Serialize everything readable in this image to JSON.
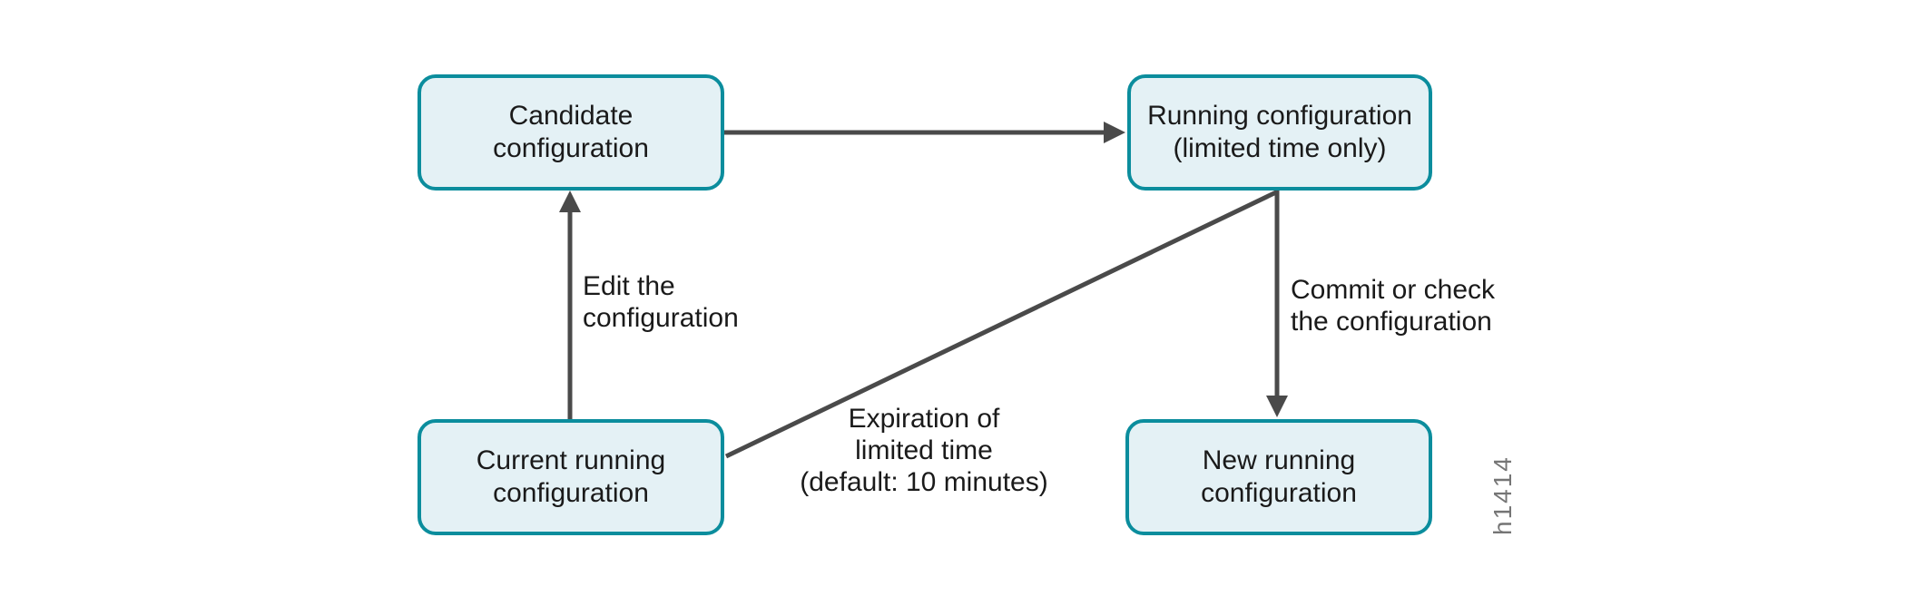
{
  "theme": {
    "node_border_color": "#0b8d9d",
    "node_fill_color": "#e4f1f5",
    "connector_color": "#4a4a4a",
    "text_color": "#1a1a1a",
    "figure_id_color": "#757575",
    "background_color": "#ffffff"
  },
  "diagram": {
    "type": "flow-diagram",
    "nodes": {
      "candidate": {
        "label": "Candidate\nconfiguration"
      },
      "running_limited": {
        "label": "Running configuration\n(limited time only)"
      },
      "current_running": {
        "label": "Current running\nconfiguration"
      },
      "new_running": {
        "label": "New running\nconfiguration"
      }
    },
    "edges": {
      "candidate_to_running": {
        "label": "",
        "from": "candidate",
        "to": "running_limited",
        "arrowhead": "end"
      },
      "edit": {
        "label": "Edit the\nconfiguration",
        "from": "current_running",
        "to": "candidate",
        "arrowhead": "end"
      },
      "commit": {
        "label": "Commit or check\nthe configuration",
        "from": "running_limited",
        "to": "new_running",
        "arrowhead": "end"
      },
      "expiration": {
        "label": "Expiration of\nlimited time\n(default: 10 minutes)",
        "from": "running_limited",
        "to": "current_running",
        "arrowhead": "none"
      }
    },
    "figure_id": "h1414"
  }
}
